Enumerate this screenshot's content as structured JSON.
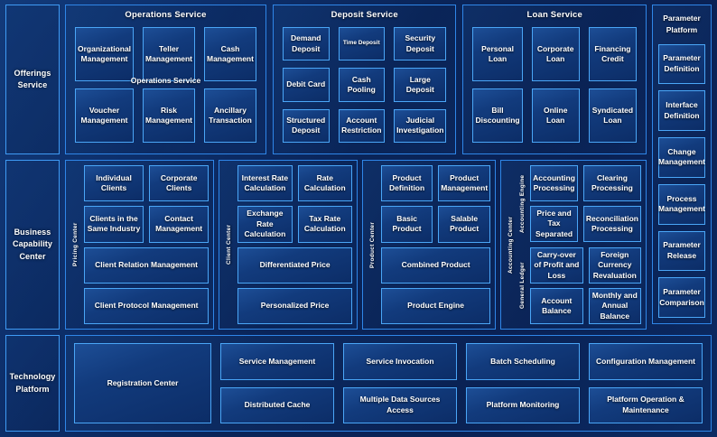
{
  "theme": {
    "background": "#0a2458",
    "border": "#2f86e8",
    "card_border": "#4aa6f7",
    "text": "#ffffff"
  },
  "rows": {
    "offerings": {
      "rail_label": "Offerings Service",
      "services": [
        {
          "title": "Operations Service",
          "ghost_label": "Operations Service",
          "items": [
            "Organizational Management",
            "Teller Management",
            "Cash Management",
            "Voucher Management",
            "Risk Management",
            "Ancillary Transaction"
          ]
        },
        {
          "title": "Deposit Service",
          "items": [
            "Demand Deposit",
            "Time Deposit",
            "Security Deposit",
            "Debit Card",
            "Cash Pooling",
            "Large Deposit",
            "Structured Deposit",
            "Account Restriction",
            "Judicial Investigation"
          ]
        },
        {
          "title": "Loan Service",
          "items": [
            "Personal Loan",
            "Corporate Loan",
            "Financing Credit",
            "Bill Discounting",
            "Online Loan",
            "Syndicated Loan"
          ]
        }
      ],
      "parameter_platform": {
        "title": "Parameter Platform",
        "items": [
          "Parameter Definition",
          "Interface Definition",
          "Change Management",
          "Process Management",
          "Parameter Release",
          "Parameter Comparison"
        ]
      }
    },
    "business": {
      "rail_label": "Business Capability Center",
      "centers": [
        {
          "vlabel": "Pricing Center",
          "items": [
            "Individual Clients",
            "Corporate Clients",
            "Clients in the Same Industry",
            "Contact Management",
            "Client Relation Management",
            "Client Protocol Management"
          ]
        },
        {
          "vlabel": "Client Center",
          "items": [
            "Interest Rate Calculation",
            "Rate Calculation",
            "Exchange Rate Calculation",
            "Tax Rate Calculation",
            "Differentiated Price",
            "Personalized Price"
          ]
        },
        {
          "vlabel": "Product Center",
          "items": [
            "Product Definition",
            "Product Management",
            "Basic Product",
            "Salable Product",
            "Combined Product",
            "Product Engine"
          ]
        }
      ],
      "accounting": {
        "vlabel": "Accounting Center",
        "groups": [
          {
            "vlabel": "Accounting Engine",
            "items": [
              "Accounting Processing",
              "Clearing Processing",
              "Price and Tax Separated",
              "Reconciliation Processing"
            ]
          },
          {
            "vlabel": "General Ledger",
            "items": [
              "Carry-over of Profit and Loss",
              "Foreign Currency Revaluation",
              "Account Balance",
              "Monthly and Annual Balance"
            ]
          }
        ]
      }
    },
    "technology": {
      "rail_label": "Technology Platform",
      "registration": "Registration Center",
      "items": [
        "Service Management",
        "Service Invocation",
        "Batch Scheduling",
        "Configuration Management",
        "Distributed Cache",
        "Multiple Data Sources Access",
        "Platform Monitoring",
        "Platform Operation & Maintenance"
      ]
    }
  }
}
